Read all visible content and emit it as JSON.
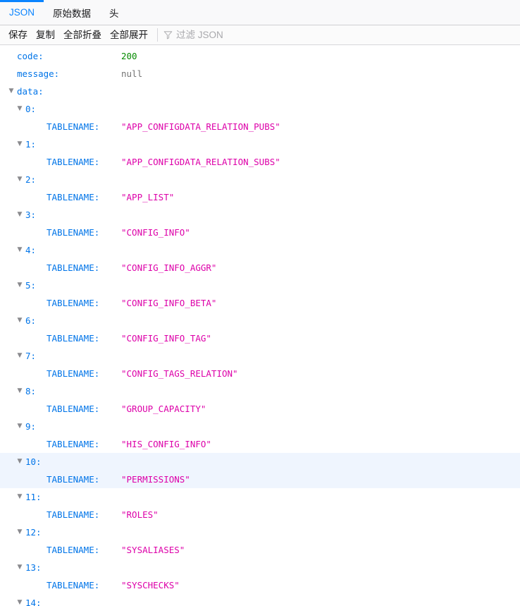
{
  "tabs": [
    {
      "label": "JSON",
      "active": true
    },
    {
      "label": "原始数据",
      "active": false
    },
    {
      "label": "头",
      "active": false
    }
  ],
  "toolbar": {
    "save_label": "保存",
    "copy_label": "复制",
    "collapse_all_label": "全部折叠",
    "expand_all_label": "全部展开",
    "filter_icon": "filter-funnel-icon",
    "filter_placeholder": "过滤 JSON",
    "filter_value": ""
  },
  "colors": {
    "accent": "#0a84ff",
    "key": "#0074e8",
    "string": "#dd00a9",
    "number": "#058b00",
    "null": "#737373",
    "selected_row": "#eff5fe"
  },
  "json": {
    "code_key": "code:",
    "code_value": "200",
    "message_key": "message:",
    "message_value": "null",
    "data_key": "data:",
    "tablename_key": "TABLENAME:",
    "items": [
      {
        "index": "0:",
        "tablename": "\"APP_CONFIGDATA_RELATION_PUBS\"",
        "selected": false
      },
      {
        "index": "1:",
        "tablename": "\"APP_CONFIGDATA_RELATION_SUBS\"",
        "selected": false
      },
      {
        "index": "2:",
        "tablename": "\"APP_LIST\"",
        "selected": false
      },
      {
        "index": "3:",
        "tablename": "\"CONFIG_INFO\"",
        "selected": false
      },
      {
        "index": "4:",
        "tablename": "\"CONFIG_INFO_AGGR\"",
        "selected": false
      },
      {
        "index": "5:",
        "tablename": "\"CONFIG_INFO_BETA\"",
        "selected": false
      },
      {
        "index": "6:",
        "tablename": "\"CONFIG_INFO_TAG\"",
        "selected": false
      },
      {
        "index": "7:",
        "tablename": "\"CONFIG_TAGS_RELATION\"",
        "selected": false
      },
      {
        "index": "8:",
        "tablename": "\"GROUP_CAPACITY\"",
        "selected": false
      },
      {
        "index": "9:",
        "tablename": "\"HIS_CONFIG_INFO\"",
        "selected": false
      },
      {
        "index": "10:",
        "tablename": "\"PERMISSIONS\"",
        "selected": true
      },
      {
        "index": "11:",
        "tablename": "\"ROLES\"",
        "selected": false
      },
      {
        "index": "12:",
        "tablename": "\"SYSALIASES\"",
        "selected": false
      },
      {
        "index": "13:",
        "tablename": "\"SYSCHECKS\"",
        "selected": false
      },
      {
        "index": "14:",
        "tablename": "",
        "selected": false
      }
    ]
  }
}
